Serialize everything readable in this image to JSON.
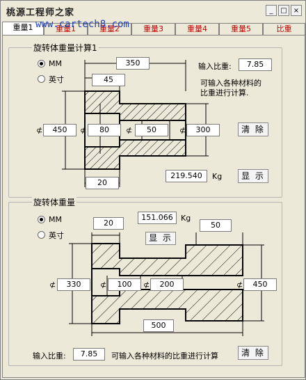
{
  "window": {
    "title": "桃源工程师之家",
    "watermark": "www.cartech8.com"
  },
  "tabs": [
    "重量1",
    "重量1",
    "重量2",
    "重量3",
    "重量4",
    "重量5",
    "比重"
  ],
  "group1": {
    "title": "旋转体重量计算1",
    "unit_mm": "MM",
    "unit_inch": "英寸",
    "density_label": "输入比重:",
    "density": "7.85",
    "hint_line1": "可输入各种材料的",
    "hint_line2": "比重进行计算.",
    "len_total": "350",
    "len_left": "45",
    "dia_prefix": "⊄",
    "d_outer": "450",
    "d_left_bore": "80",
    "d_right_bore": "50",
    "d_right_outer": "300",
    "len_bottom": "20",
    "clear_label": "清 除",
    "show_label": "显 示",
    "result": "219.540",
    "unit_kg": "Kg"
  },
  "group2": {
    "title": "旋转体重量",
    "unit_mm": "MM",
    "unit_inch": "英寸",
    "len_left": "20",
    "result": "151.066",
    "unit_kg": "Kg",
    "len_right": "50",
    "show_label": "显 示",
    "dia_prefix": "⊄",
    "d_left": "330",
    "d_bore": "100",
    "d_mid": "200",
    "d_right": "450",
    "len_total": "500",
    "density_label": "输入比重:",
    "density": "7.85",
    "hint": "可输入各种材料的比重进行计算",
    "clear_label": "清 除"
  }
}
